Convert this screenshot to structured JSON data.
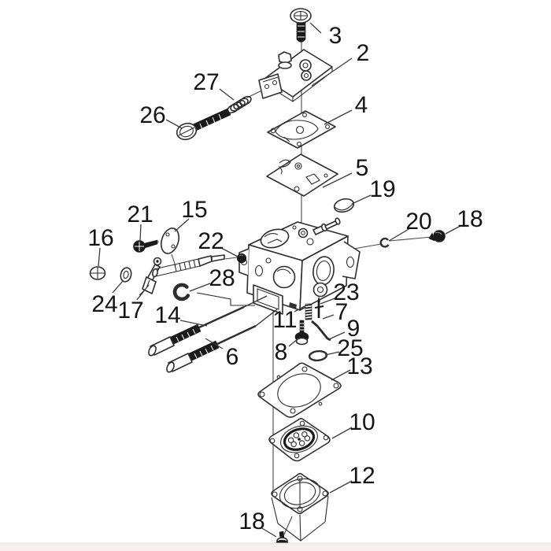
{
  "page": {
    "background": "#ffffff",
    "footer_strip_color": "#f9efed",
    "footer_strip_border": "#e8dedb"
  },
  "diagram": {
    "kind": "exploded-parts-diagram",
    "line_color": "#2e2e2e",
    "label_color": "#151515",
    "dark_part_color": "#1a1a1a",
    "callouts": {
      "c2": {
        "label": "2"
      },
      "c3": {
        "label": "3"
      },
      "c4": {
        "label": "4"
      },
      "c5": {
        "label": "5"
      },
      "c6": {
        "label": "6"
      },
      "c7": {
        "label": "7"
      },
      "c8": {
        "label": "8"
      },
      "c9": {
        "label": "9"
      },
      "c10": {
        "label": "10"
      },
      "c11": {
        "label": "11"
      },
      "c12": {
        "label": "12"
      },
      "c13": {
        "label": "13"
      },
      "c14": {
        "label": "14"
      },
      "c15": {
        "label": "15"
      },
      "c16": {
        "label": "16"
      },
      "c17": {
        "label": "17"
      },
      "c18_right": {
        "label": "18"
      },
      "c18_bottom": {
        "label": "18"
      },
      "c19": {
        "label": "19"
      },
      "c20": {
        "label": "20"
      },
      "c21": {
        "label": "21"
      },
      "c22": {
        "label": "22"
      },
      "c23": {
        "label": "23"
      },
      "c24": {
        "label": "24"
      },
      "c25": {
        "label": "25"
      },
      "c26": {
        "label": "26"
      },
      "c27": {
        "label": "27"
      },
      "c28": {
        "label": "28"
      }
    }
  }
}
